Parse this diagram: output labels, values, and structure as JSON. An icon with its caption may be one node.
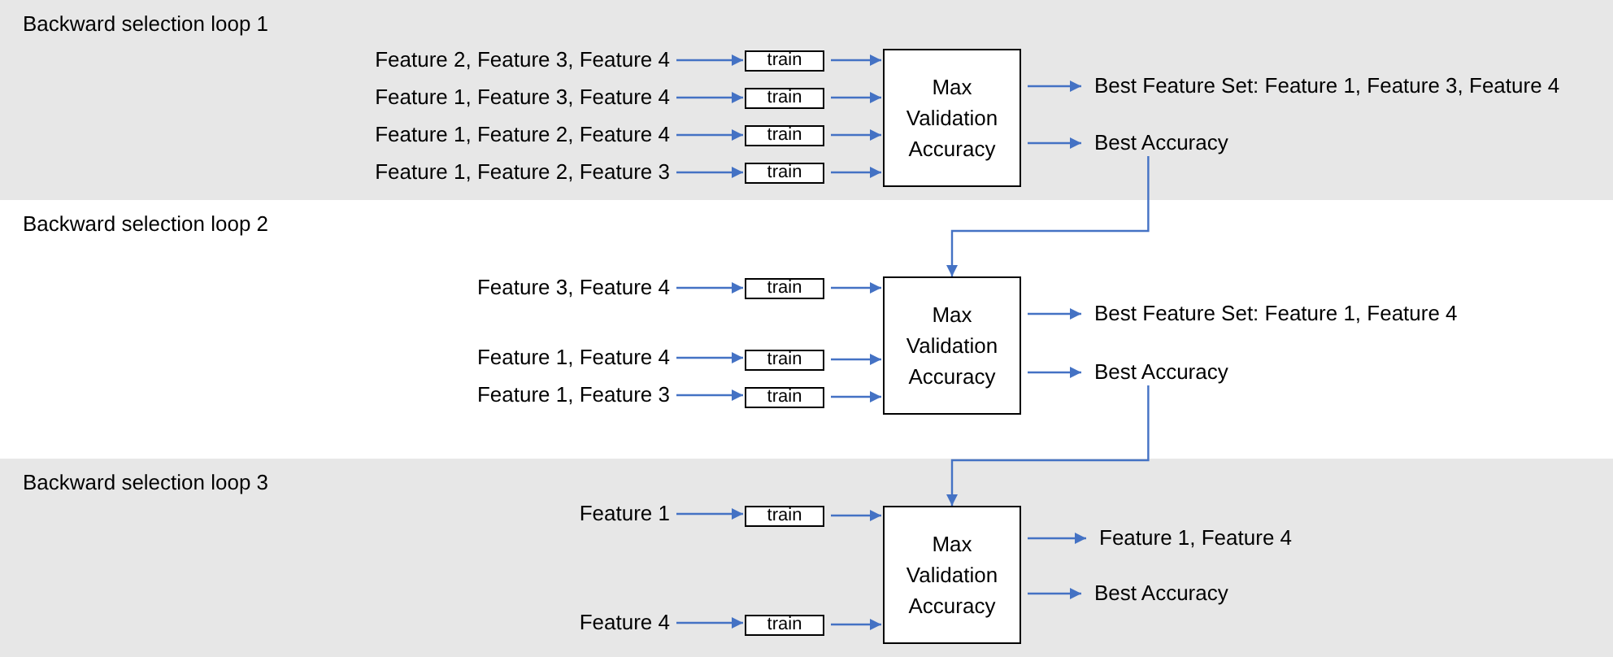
{
  "diagram": {
    "nodes": [
      {
        "text": [
          "Backward selection loop 1"
        ]
      },
      {
        "text": [
          "Feature 2, Feature 3, Feature 4"
        ],
        "in": 0
      },
      {
        "text": [
          "Feature 1, Feature 3, Feature 4"
        ],
        "in": 0
      },
      {
        "text": [
          "Feature 1, Feature 2, Feature 4"
        ],
        "in": 0
      },
      {
        "text": [
          "Feature 1, Feature 2, Feature 3"
        ],
        "in": 0
      },
      {
        "text": [
          "train"
        ],
        "in": 0
      },
      {
        "text": [
          "train"
        ],
        "in": 0
      },
      {
        "text": [
          "train"
        ],
        "in": 0
      },
      {
        "text": [
          "train"
        ],
        "in": 0
      },
      {
        "text": [
          "Max Validation Accuracy"
        ],
        "in": 0
      },
      {
        "text": [
          "Best Feature Set: Feature 1, Feature 3, Feature 4"
        ],
        "in": 0
      },
      {
        "text": [
          "Best Accuracy"
        ],
        "in": 0
      },
      {
        "text": [
          "Backward selection loop 2"
        ]
      },
      {
        "text": [
          "Feature 3, Feature 4"
        ],
        "in": 12
      },
      {
        "text": [
          "Feature 1, Feature 4"
        ],
        "in": 12
      },
      {
        "text": [
          "Feature 1, Feature 3"
        ],
        "in": 12
      },
      {
        "text": [
          "train"
        ],
        "in": 12
      },
      {
        "text": [
          "train"
        ],
        "in": 12
      },
      {
        "text": [
          "train"
        ],
        "in": 12
      },
      {
        "text": [
          "Max Validation Accuracy"
        ],
        "in": 12
      },
      {
        "text": [
          "Best Feature Set: Feature 1, Feature 4"
        ],
        "in": 12
      },
      {
        "text": [
          "Best Accuracy"
        ],
        "in": 12
      },
      {
        "text": [
          "Backward selection loop 3"
        ]
      },
      {
        "text": [
          "Feature 1"
        ],
        "in": 22
      },
      {
        "text": [
          "Feature 4"
        ],
        "in": 22
      },
      {
        "text": [
          "train"
        ],
        "in": 22
      },
      {
        "text": [
          "train"
        ],
        "in": 22
      },
      {
        "text": [
          "Max Validation Accuracy"
        ],
        "in": 22
      },
      {
        "text": [
          "Feature 1, Feature 4"
        ],
        "in": 22
      },
      {
        "text": [
          "Best Accuracy"
        ],
        "in": 22
      }
    ],
    "edges": [
      {
        "from": 1,
        "to": 5,
        "arrow": "to"
      },
      {
        "from": 2,
        "to": 6,
        "arrow": "to"
      },
      {
        "from": 3,
        "to": 7,
        "arrow": "to"
      },
      {
        "from": 4,
        "to": 8,
        "arrow": "to"
      },
      {
        "from": 5,
        "to": 9,
        "arrow": "to"
      },
      {
        "from": 6,
        "to": 9,
        "arrow": "to"
      },
      {
        "from": 7,
        "to": 9,
        "arrow": "to"
      },
      {
        "from": 8,
        "to": 9,
        "arrow": "to"
      },
      {
        "from": 9,
        "to": 10,
        "arrow": "to"
      },
      {
        "from": 9,
        "to": 11,
        "arrow": "to"
      },
      {
        "from": 11,
        "to": 19,
        "arrow": "to"
      },
      {
        "from": 13,
        "to": 16,
        "arrow": "to"
      },
      {
        "from": 14,
        "to": 17,
        "arrow": "to"
      },
      {
        "from": 15,
        "to": 18,
        "arrow": "to"
      },
      {
        "from": 16,
        "to": 19,
        "arrow": "to"
      },
      {
        "from": 17,
        "to": 19,
        "arrow": "to"
      },
      {
        "from": 18,
        "to": 19,
        "arrow": "to"
      },
      {
        "from": 19,
        "to": 20,
        "arrow": "to"
      },
      {
        "from": 19,
        "to": 21,
        "arrow": "to"
      },
      {
        "from": 21,
        "to": 27,
        "arrow": "to"
      },
      {
        "from": 23,
        "to": 25,
        "arrow": "to"
      },
      {
        "from": 24,
        "to": 26,
        "arrow": "to"
      },
      {
        "from": 25,
        "to": 27,
        "arrow": "to"
      },
      {
        "from": 26,
        "to": 27,
        "arrow": "to"
      },
      {
        "from": 27,
        "to": 28,
        "arrow": "to"
      },
      {
        "from": 27,
        "to": 29,
        "arrow": "to"
      }
    ]
  }
}
